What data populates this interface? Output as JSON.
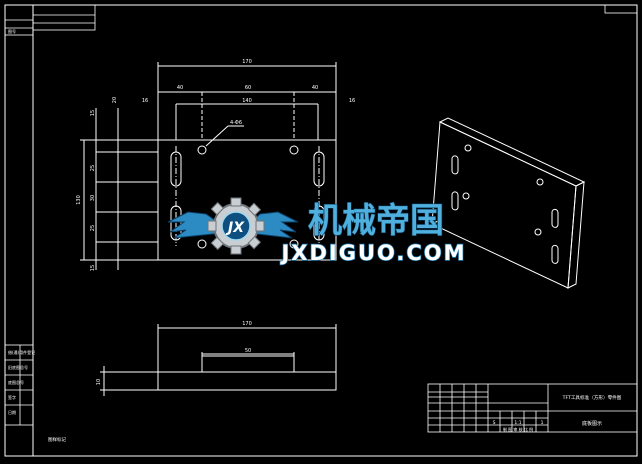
{
  "drawing": {
    "title_block_right": "TFT工具标准（方形）零件图",
    "part_name": "底板图示",
    "cell_s": "S",
    "cell_scale": "1:1",
    "cell_label": "1",
    "title_block_sub": "制 图 审 核 比 例"
  },
  "left_strip": {
    "top_code": "图号",
    "labels": [
      "借(通)用件登记",
      "旧底图总号",
      "底图总号",
      "签字",
      "日期"
    ]
  },
  "bottom_note": "图样标记",
  "dimensions": {
    "top_view": {
      "overall_width": "170",
      "seg_left": "40",
      "seg_mid": "60",
      "seg_right": "40",
      "inner_width": "140",
      "edge_left": "16",
      "edge_right": "16",
      "hole_note": "4-Φ6",
      "height_overall": "130",
      "v1": "15",
      "v2": "25",
      "v3": "30",
      "v4": "25",
      "v5": "15",
      "v6": "20"
    },
    "front_view": {
      "width": "170",
      "slot": "50",
      "height": "10"
    }
  },
  "watermark": {
    "brand_cn": "机械帝国",
    "brand_en": "JXDIGUO.COM",
    "logo_letters": "JX"
  },
  "colors": {
    "background": "#000000",
    "lines": "#ffffff",
    "brand_blue": "#1f7fb6",
    "brand_light": "#9fd8ee"
  }
}
